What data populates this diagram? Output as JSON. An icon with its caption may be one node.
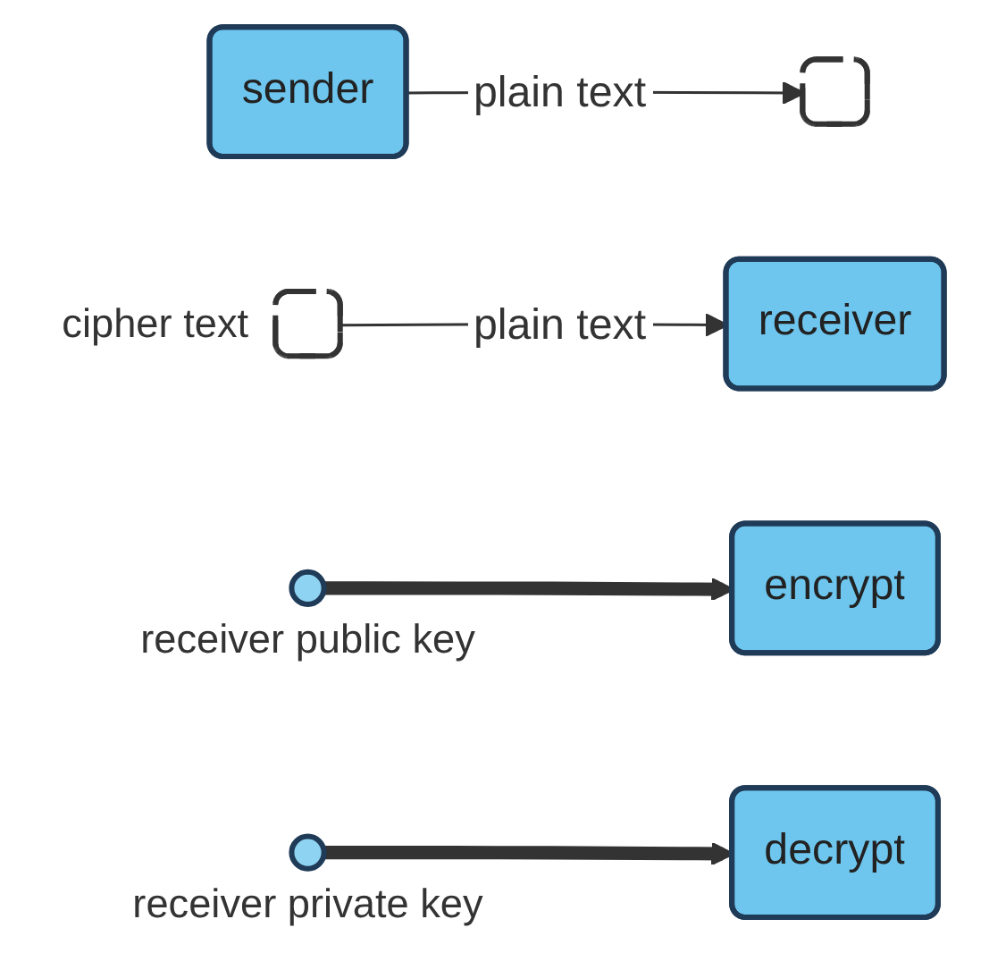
{
  "diagram": {
    "nodes": [
      {
        "text": [
          "sender"
        ]
      },
      {
        "text": [],
        "shape": "box"
      },
      {
        "text": [],
        "shape": "box",
        "beside": [
          "cipher text"
        ]
      },
      {
        "text": [
          "receiver"
        ]
      },
      {
        "text": [
          "encrypt"
        ]
      },
      {
        "text": [
          "decrypt"
        ]
      },
      {
        "text": [],
        "shape": "circle",
        "beside": [
          "receiver public key"
        ]
      },
      {
        "text": [],
        "shape": "circle",
        "beside": [
          "receiver private key"
        ]
      }
    ],
    "edges": [
      {
        "from": 0,
        "to": 1,
        "arrow": "to",
        "label": "plain text"
      },
      {
        "from": 2,
        "to": 3,
        "arrow": "to",
        "label": "plain text"
      },
      {
        "from": 6,
        "to": 4,
        "arrow": "to",
        "style": "thick"
      },
      {
        "from": 7,
        "to": 5,
        "arrow": "to",
        "style": "thick"
      }
    ]
  }
}
